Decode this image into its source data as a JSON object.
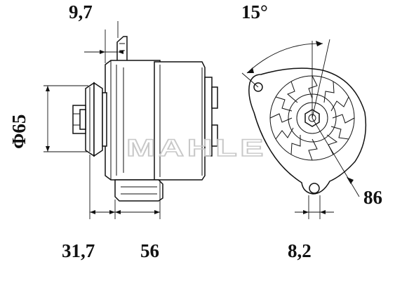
{
  "dimensions": {
    "top_left": "9,7",
    "top_right": "15°",
    "left_vertical": "Φ65",
    "right_side": "86",
    "bottom_left_a": "31,7",
    "bottom_left_b": "56",
    "bottom_right": "8,2"
  },
  "watermark": "MAHLE",
  "colors": {
    "line": "#111111",
    "watermark": "#c8c8c8",
    "background": "#ffffff"
  }
}
